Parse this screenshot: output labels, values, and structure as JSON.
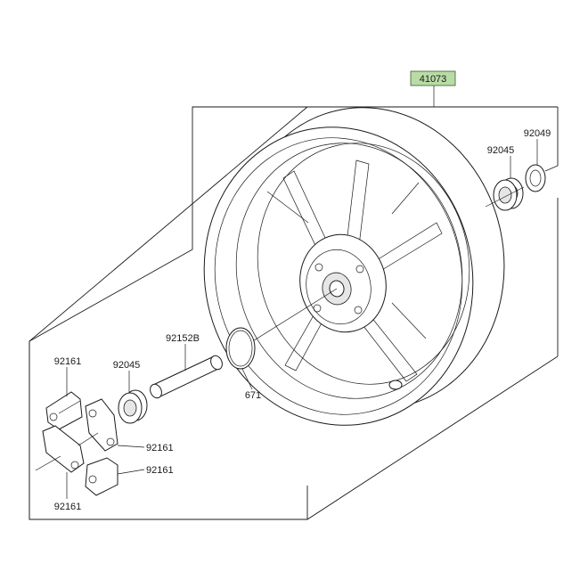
{
  "parts": {
    "wheel_assembly": "41073",
    "seal_right": "92049",
    "bearing_right": "92045",
    "axle_sleeve": "92152B",
    "bearing_left": "92045",
    "o_ring": "671",
    "damper_top": "92161",
    "damper_mid": "92161",
    "damper_low": "92161",
    "damper_bottom": "92161"
  },
  "colors": {
    "callout_fill": "#b9dca6",
    "line": "#1a1a1a"
  }
}
